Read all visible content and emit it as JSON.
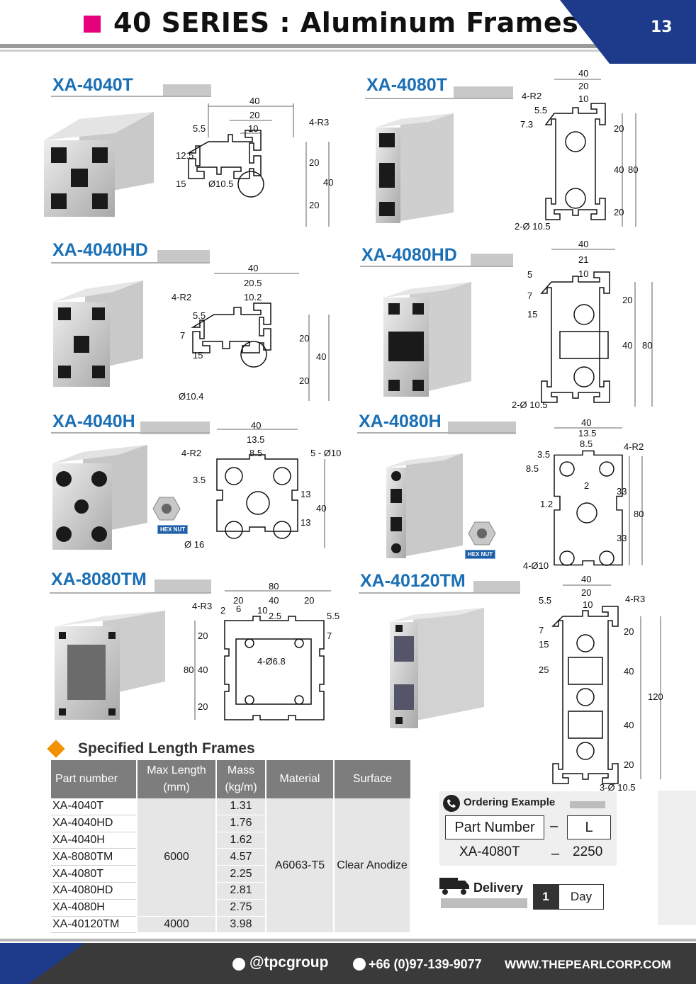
{
  "header": {
    "title": "40 SERIES : Aluminum Frames",
    "page_number": "13",
    "accent_color": "#e6007e",
    "band_color": "#1e3a8a"
  },
  "products": [
    {
      "name": "XA-4040T",
      "dims": [
        "40",
        "20",
        "10",
        "4-R3",
        "5.5",
        "12.5",
        "15",
        "Ø10.5",
        "20",
        "40",
        "20"
      ]
    },
    {
      "name": "XA-4080T",
      "dims": [
        "40",
        "20",
        "10",
        "4-R2",
        "5.5",
        "7.3",
        "20",
        "40",
        "80",
        "20",
        "2-Ø 10.5"
      ]
    },
    {
      "name": "XA-4040HD",
      "dims": [
        "40",
        "20.5",
        "10.2",
        "4-R2",
        "5.5",
        "7",
        "15",
        "20",
        "40",
        "20",
        "Ø10.4"
      ]
    },
    {
      "name": "XA-4080HD",
      "dims": [
        "40",
        "21",
        "10",
        "5",
        "7",
        "15",
        "20",
        "40",
        "80",
        "2-Ø 10.5"
      ]
    },
    {
      "name": "XA-4040H",
      "dims": [
        "40",
        "13.5",
        "8.5",
        "4-R2",
        "5 - Ø10",
        "3.5",
        "13",
        "40",
        "13",
        "Ø 16"
      ],
      "badge": "HEX NUT"
    },
    {
      "name": "XA-4080H",
      "dims": [
        "40",
        "13.5",
        "8.5",
        "4-R2",
        "3.5",
        "8.5",
        "2",
        "1.2",
        "33",
        "80",
        "33",
        "4-Ø10"
      ],
      "badge": "HEX NUT"
    },
    {
      "name": "XA-8080TM",
      "dims": [
        "80",
        "4-R3",
        "2",
        "6",
        "10",
        "20",
        "40",
        "20",
        "5.5",
        "2.5",
        "7",
        "4-Ø6.8",
        "20",
        "80",
        "40",
        "20"
      ]
    },
    {
      "name": "XA-40120TM",
      "dims": [
        "40",
        "20",
        "10",
        "4-R3",
        "5.5",
        "7",
        "15",
        "25",
        "20",
        "40",
        "120",
        "40",
        "20",
        "3-Ø 10.5"
      ]
    }
  ],
  "spec_table": {
    "title": "Specified Length Frames",
    "headers": [
      "Part number",
      "Max Length",
      "(mm)",
      "Mass",
      "(kg/m)",
      "Material",
      "Surface"
    ],
    "rows": [
      {
        "part": "XA-4040T",
        "mass": "1.31"
      },
      {
        "part": "XA-4040HD",
        "mass": "1.76"
      },
      {
        "part": "XA-4040H",
        "mass": "1.62"
      },
      {
        "part": "XA-8080TM",
        "mass": "4.57"
      },
      {
        "part": "XA-4080T",
        "mass": "2.25"
      },
      {
        "part": "XA-4080HD",
        "mass": "2.81"
      },
      {
        "part": "XA-4080H",
        "mass": "2.75"
      },
      {
        "part": "XA-40120TM",
        "mass": "3.98"
      }
    ],
    "max_length_a": "6000",
    "max_length_b": "4000",
    "material": "A6063-T5",
    "surface": "Clear Anodize"
  },
  "ordering": {
    "title": "Ordering Example",
    "label_part": "Part Number",
    "dash": "–",
    "label_len": "L",
    "example_part": "XA-4080T",
    "example_len": "2250"
  },
  "delivery": {
    "title": "Delivery",
    "number": "1",
    "unit": "Day"
  },
  "footer": {
    "line": "@tpcgroup",
    "phone": "+66 (0)97-139-9077",
    "web": "WWW.THEPEARLCORP.COM"
  }
}
